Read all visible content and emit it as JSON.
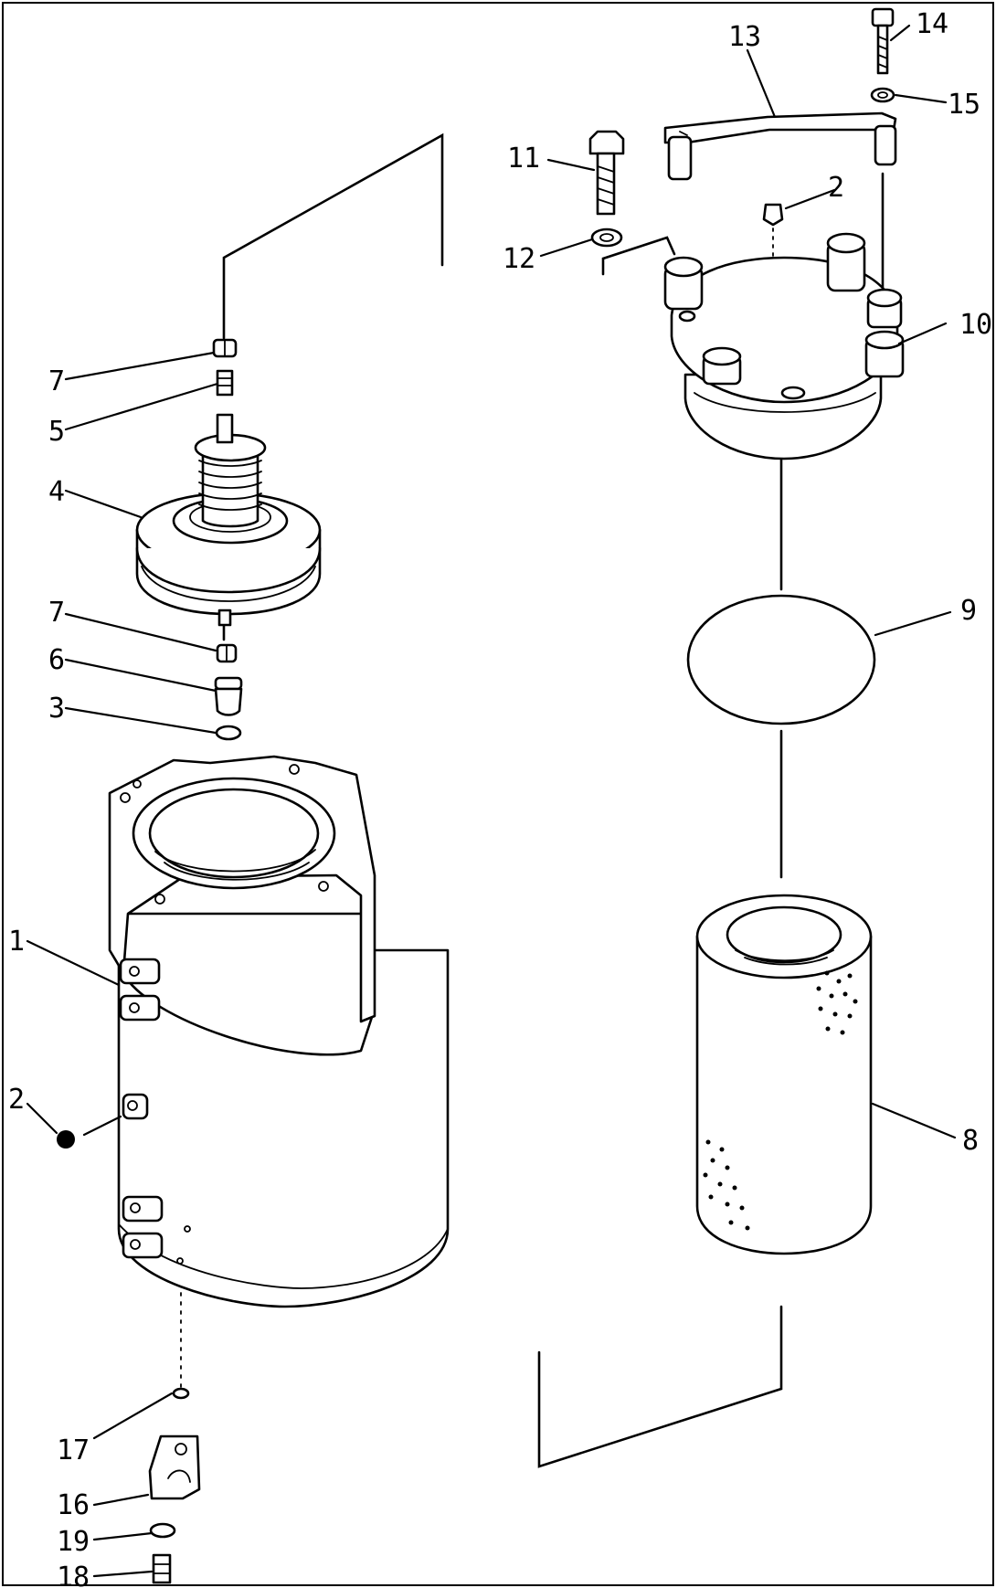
{
  "callouts": {
    "c1": "1",
    "c2a": "2",
    "c2b": "2",
    "c3": "3",
    "c4": "4",
    "c5": "5",
    "c6": "6",
    "c7a": "7",
    "c7b": "7",
    "c8": "8",
    "c9": "9",
    "c10": "10",
    "c11": "11",
    "c12": "12",
    "c13": "13",
    "c14": "14",
    "c15": "15",
    "c16": "16",
    "c17": "17",
    "c18": "18",
    "c19": "19"
  }
}
